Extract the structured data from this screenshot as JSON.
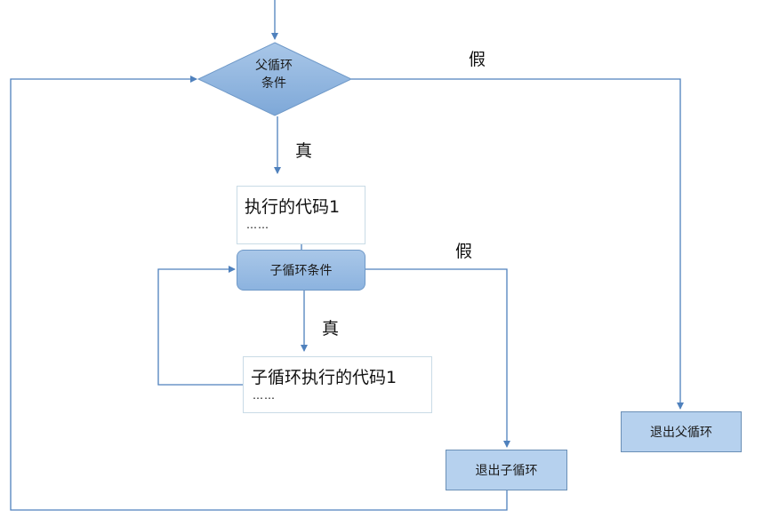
{
  "parent_condition": {
    "line1": "父循环",
    "line2": "条件"
  },
  "parent_true_label": "真",
  "parent_false_label": "假",
  "code1": {
    "text": "执行的代码1",
    "dots": "……"
  },
  "child_condition": "子循环条件",
  "child_true_label": "真",
  "child_false_label": "假",
  "child_code": {
    "text": "子循环执行的代码1",
    "dots": "……"
  },
  "exit_child": "退出子循环",
  "exit_parent": "退出父循环",
  "colors": {
    "line": "#4f81bd",
    "diamond_fill": "#8cb3df",
    "box_fill": "#b6d1ee"
  }
}
